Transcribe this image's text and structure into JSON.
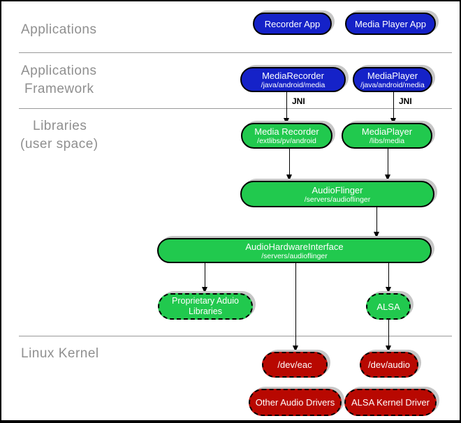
{
  "colors": {
    "blue": "#1522c8",
    "green": "#21c94e",
    "red": "#b80801",
    "shadow": "#c6c6c6",
    "label_gray": "#8f8f8f",
    "line_gray": "#9a9a9a"
  },
  "layers": {
    "applications": "Applications",
    "framework_line1": "Applications",
    "framework_line2": "Framework",
    "libraries_line1": "Libraries",
    "libraries_line2": "(user space)",
    "kernel": "Linux Kernel"
  },
  "nodes": {
    "recorder_app": {
      "label": "Recorder App"
    },
    "media_player_app": {
      "label": "Media Player App"
    },
    "media_recorder_fw": {
      "label": "MediaRecorder",
      "sub": "/java/android/media"
    },
    "media_player_fw": {
      "label": "MediaPlayer",
      "sub": "/java/android/media"
    },
    "media_recorder_lib": {
      "label": "Media Recorder",
      "sub": "/extlibs/pv/android"
    },
    "media_player_lib": {
      "label": "MediaPlayer",
      "sub": "/libs/media"
    },
    "audio_flinger": {
      "label": "AudioFlinger",
      "sub": "/servers/audioflinger"
    },
    "audio_hw_interface": {
      "label": "AudioHardwareInterface",
      "sub": "/servers/audioflinger"
    },
    "proprietary_audio": {
      "label": "Proprietary Aduio",
      "label2": "Libraries"
    },
    "alsa": {
      "label": "ALSA"
    },
    "dev_eac": {
      "label": "/dev/eac"
    },
    "dev_audio": {
      "label": "/dev/audio"
    },
    "other_audio_drivers": {
      "label": "Other Audio Drivers"
    },
    "alsa_kernel_driver": {
      "label": "ALSA Kernel Driver"
    }
  },
  "edges": {
    "jni1": "JNI",
    "jni2": "JNI"
  }
}
